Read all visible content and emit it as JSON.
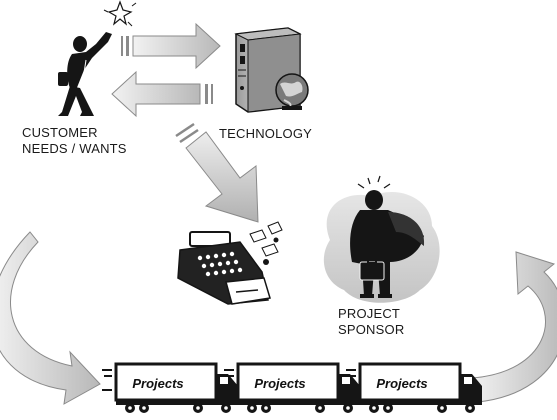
{
  "labels": {
    "customer": [
      "CUSTOMER",
      "NEEDS / WANTS"
    ],
    "technology": "TECHNOLOGY",
    "sponsor": [
      "PROJECT",
      "SPONSOR"
    ]
  },
  "trucks": [
    {
      "label": "Projects"
    },
    {
      "label": "Projects"
    },
    {
      "label": "Projects"
    }
  ],
  "icons": [
    "reaching-person-icon",
    "computer-tower-icon",
    "globe-icon",
    "cash-register-icon",
    "money-icon",
    "businessman-icon",
    "truck-icon"
  ],
  "colors": {
    "arrow_fill": "#d6d6d6",
    "arrow_stroke": "#8a8a8a",
    "ink": "#151515"
  }
}
